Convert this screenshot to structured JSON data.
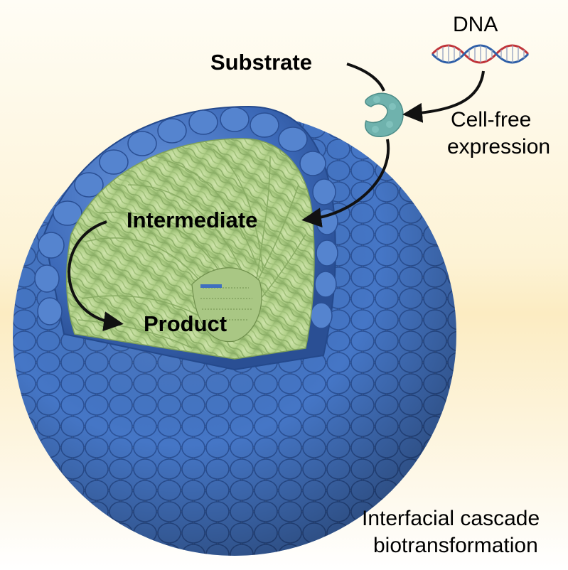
{
  "labels": {
    "dna": "DNA",
    "substrate": "Substrate",
    "cell_free_line1": "Cell-free",
    "cell_free_line2": "expression",
    "intermediate": "Intermediate",
    "product": "Product",
    "caption_line1": "Interfacial cascade",
    "caption_line2": "biotransformation"
  },
  "colors": {
    "shell": "#3f6fbf",
    "shell_dark": "#264f9a",
    "interior": "#b7d590",
    "enzyme": "#6fb2ad",
    "dna_red": "#c0343a",
    "dna_blue": "#2f5fa8",
    "arrow": "#111111"
  }
}
